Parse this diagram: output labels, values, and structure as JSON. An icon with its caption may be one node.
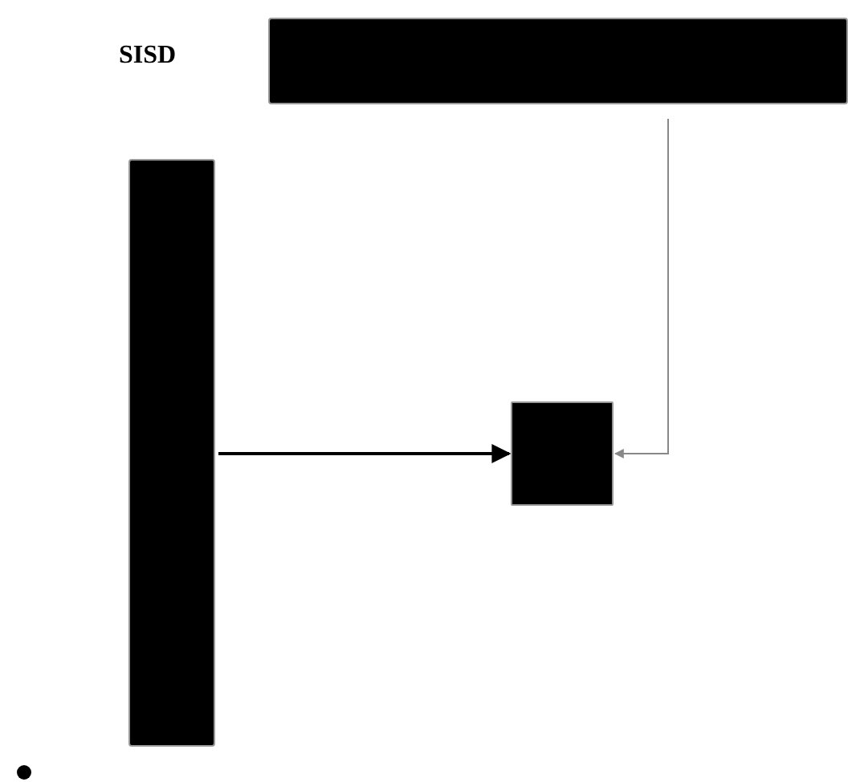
{
  "diagram": {
    "nodes": [
      {
        "text": [],
        "shape": "bar"
      },
      {
        "text": [],
        "shape": "bar"
      },
      {
        "text": [],
        "shape": "box"
      }
    ],
    "edges": [
      {
        "from": 1,
        "to": 2,
        "arrow": "to"
      },
      {
        "from": 0,
        "to": 2,
        "arrow": "to",
        "color": "#888888"
      }
    ],
    "labels": [
      "SISD"
    ]
  }
}
